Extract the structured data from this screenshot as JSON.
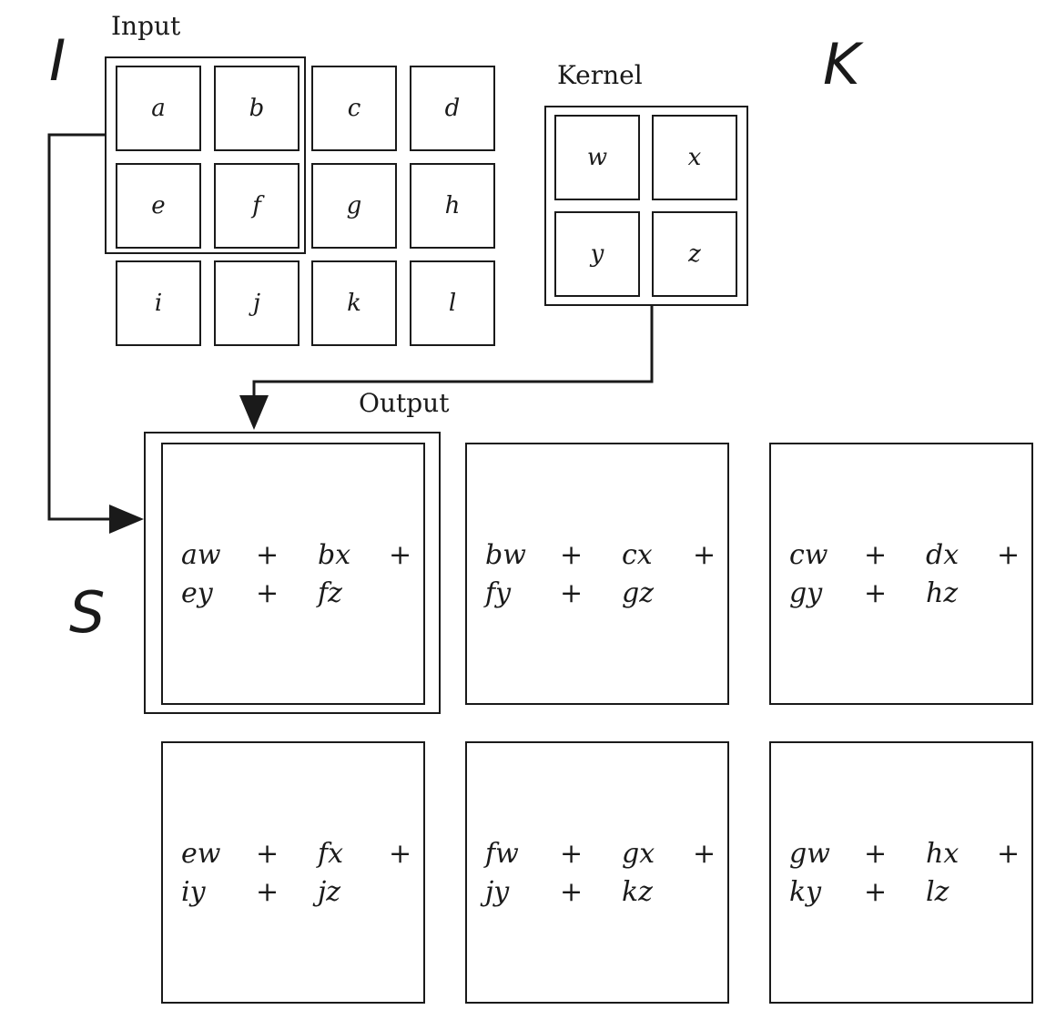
{
  "labels": {
    "I": "I",
    "K": "K",
    "S": "S"
  },
  "captions": {
    "input": "Input",
    "kernel": "Kernel",
    "output": "Output"
  },
  "input": {
    "rows": [
      [
        "a",
        "b",
        "c",
        "d"
      ],
      [
        "e",
        "f",
        "g",
        "h"
      ],
      [
        "i",
        "j",
        "k",
        "l"
      ]
    ]
  },
  "kernel": {
    "rows": [
      [
        "w",
        "x"
      ],
      [
        "y",
        "z"
      ]
    ]
  },
  "output": {
    "cells": [
      {
        "l1": [
          "aw",
          "+",
          "bx",
          "+"
        ],
        "l2": [
          "ey",
          "+",
          "fz"
        ]
      },
      {
        "l1": [
          "bw",
          "+",
          "cx",
          "+"
        ],
        "l2": [
          "fy",
          "+",
          "gz"
        ]
      },
      {
        "l1": [
          "cw",
          "+",
          "dx",
          "+"
        ],
        "l2": [
          "gy",
          "+",
          "hz"
        ]
      },
      {
        "l1": [
          "ew",
          "+",
          "fx",
          "+"
        ],
        "l2": [
          "iy",
          "+",
          "jz"
        ]
      },
      {
        "l1": [
          "fw",
          "+",
          "gx",
          "+"
        ],
        "l2": [
          "jy",
          "+",
          "kz"
        ]
      },
      {
        "l1": [
          "gw",
          "+",
          "hx",
          "+"
        ],
        "l2": [
          "ky",
          "+",
          "lz"
        ]
      }
    ]
  }
}
